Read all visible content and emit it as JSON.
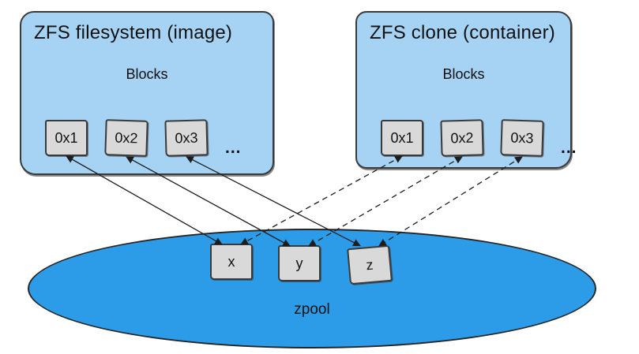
{
  "filesystem_panel": {
    "title": "ZFS filesystem (image)",
    "blocks_label": "Blocks",
    "blocks": [
      "0x1",
      "0x2",
      "0x3"
    ],
    "ellipsis": "..."
  },
  "clone_panel": {
    "title": "ZFS clone (container)",
    "blocks_label": "Blocks",
    "blocks": [
      "0x1",
      "0x2",
      "0x3"
    ],
    "ellipsis": "..."
  },
  "zpool": {
    "label": "zpool",
    "blocks": [
      "x",
      "y",
      "z"
    ]
  },
  "colors": {
    "panel_fill": "#a6d2f3",
    "pool_fill": "#2d9ce8",
    "block_fill": "#d9d9d9",
    "stroke": "#3a3a3a",
    "arrow": "#1d1d1d"
  },
  "connections": [
    {
      "from": "fs-block-0",
      "to": "pool-block-0",
      "style": "solid"
    },
    {
      "from": "fs-block-1",
      "to": "pool-block-1",
      "style": "solid"
    },
    {
      "from": "fs-block-2",
      "to": "pool-block-2",
      "style": "solid"
    },
    {
      "from": "clone-block-0",
      "to": "pool-block-0",
      "style": "dashed"
    },
    {
      "from": "clone-block-1",
      "to": "pool-block-1",
      "style": "dashed"
    },
    {
      "from": "clone-block-2",
      "to": "pool-block-2",
      "style": "dashed"
    }
  ]
}
